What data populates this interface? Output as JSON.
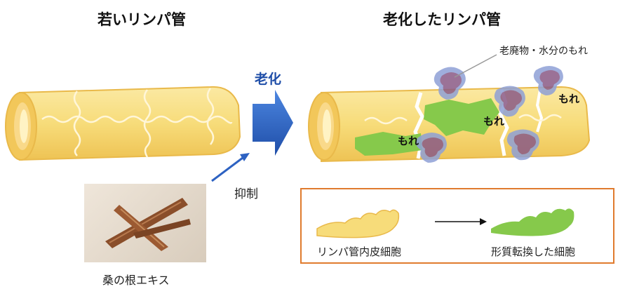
{
  "titles": {
    "young": "若いリンパ管",
    "aged": "老化したリンパ管"
  },
  "labels": {
    "aging": "老化",
    "suppress": "抑制",
    "product": "桑の根エキス",
    "leak_callout": "老廃物・水分のもれ",
    "leak_1": "もれ",
    "leak_2": "もれ",
    "leak_3": "もれ",
    "legend_normal": "リンパ管内皮細胞",
    "legend_transformed": "形質転換した細胞"
  },
  "colors": {
    "vessel_fill": "#f7dc7a",
    "vessel_stroke": "#e9b94a",
    "transformed_cell": "#86c94b",
    "leak_outer": "#8fa0d6",
    "leak_inner": "#8a5a86",
    "arrow_blue": "#2d62c2",
    "legend_border": "#e07b2e"
  }
}
